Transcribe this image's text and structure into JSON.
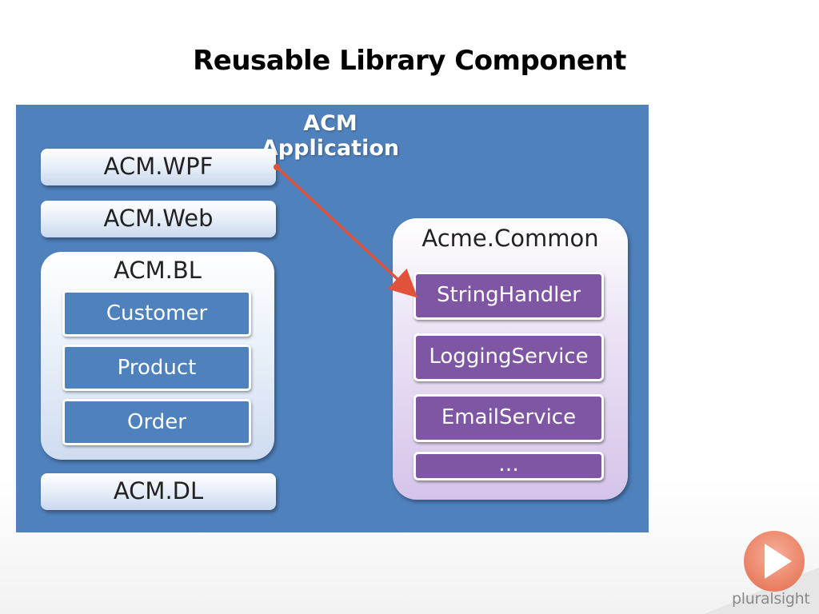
{
  "slide": {
    "title": "Reusable Library Component"
  },
  "diagram": {
    "app_title": "ACM Application",
    "wpf": "ACM.WPF",
    "web": "ACM.Web",
    "bl": {
      "title": "ACM.BL",
      "items": [
        "Customer",
        "Product",
        "Order"
      ]
    },
    "dl": "ACM.DL",
    "common": {
      "title": "Acme.Common",
      "items": [
        "StringHandler",
        "LoggingService",
        "EmailService",
        "…"
      ]
    },
    "colors": {
      "app_background": "#4f81bd",
      "bl_item": "#4f81bd",
      "common_item": "#7e56a4",
      "arrow": "#e0533a"
    }
  },
  "branding": {
    "logo_text": "pluralsight",
    "logo_icon": "play-icon"
  }
}
